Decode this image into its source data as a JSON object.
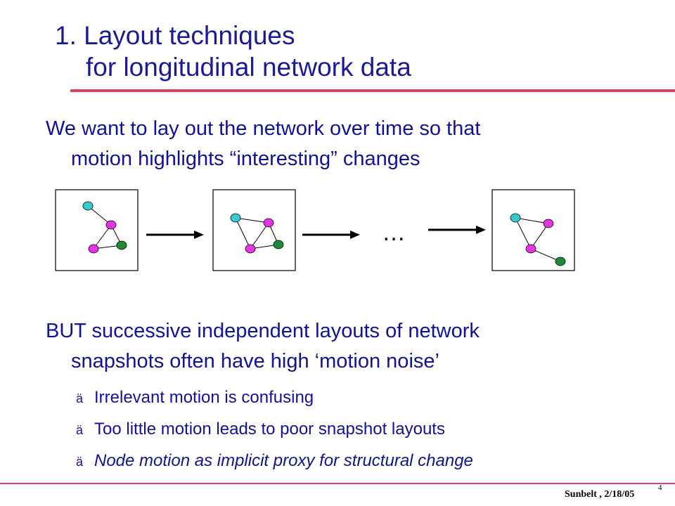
{
  "title": {
    "line1": "1. Layout techniques",
    "line2": "for longitudinal network data"
  },
  "bullets": [
    {
      "line1": "We want to lay out the network over time so that",
      "line2": "motion highlights “interesting” changes"
    },
    {
      "line1": "BUT successive independent layouts of network",
      "line2": "snapshots often have high ‘motion noise’"
    }
  ],
  "sub_bullets": [
    "Irrelevant motion is confusing",
    "Too little motion leads to poor snapshot layouts",
    "Node motion as implicit proxy for structural change"
  ],
  "sub_bullet_marker": "ä",
  "ellipsis": "…",
  "node_colors": {
    "cyan": "#33cccc",
    "magenta": "#e633e6",
    "green": "#1a8c33"
  },
  "footer": {
    "text": "Sunbelt , 2/18/05",
    "page": "4"
  },
  "colors": {
    "title": "#1a1a99",
    "body": "#111199",
    "rule": "#e0405b"
  }
}
